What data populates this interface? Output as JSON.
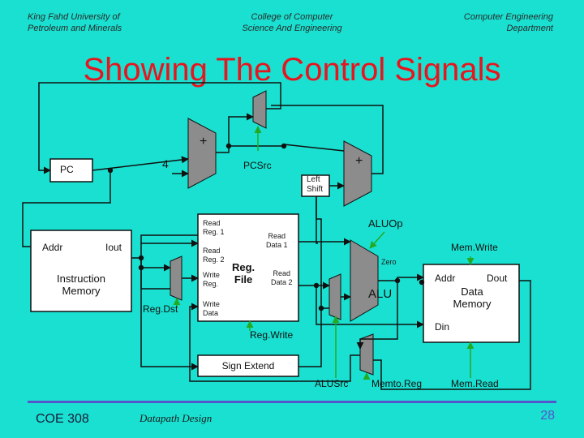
{
  "header": {
    "left_line1": "King Fahd University of",
    "left_line2": "Petroleum and Minerals",
    "center_line1": "College of Computer",
    "center_line2": "Science And Engineering",
    "right_line1": "Computer Engineering",
    "right_line2": "Department"
  },
  "title": "Showing The Control Signals",
  "diagram": {
    "adder_plus_top": "+",
    "adder_plus_right": "+",
    "constant_four": "4",
    "pc_label": "PC",
    "pcsrc_label": "PCSrc",
    "left_shift_line1": "Left",
    "left_shift_line2": "Shift",
    "instr_addr": "Addr",
    "instr_iout": "Iout",
    "instr_mem_line1": "Instruction",
    "instr_mem_line2": "Memory",
    "read_reg1_line1": "Read",
    "read_reg1_line2": "Reg. 1",
    "read_reg2_line1": "Read",
    "read_reg2_line2": "Reg. 2",
    "write_reg_line1": "Write",
    "write_reg_line2": "Reg.",
    "write_data_line1": "Write",
    "write_data_line2": "Data",
    "regfile_line1": "Reg.",
    "regfile_line2": "File",
    "read_data1_line1": "Read",
    "read_data1_line2": "Data 1",
    "read_data2_line1": "Read",
    "read_data2_line2": "Data 2",
    "regdst_label": "Reg.Dst",
    "regwrite_label": "Reg.Write",
    "sign_extend_label": "Sign Extend",
    "aluop_label": "ALUOp",
    "zero_label": "Zero",
    "alu_label": "ALU",
    "memwrite_label": "Mem.Write",
    "dm_addr": "Addr",
    "dm_dout": "Dout",
    "dm_line1": "Data",
    "dm_line2": "Memory",
    "dm_din": "Din",
    "alusrc_label": "ALUSrc",
    "memtoreg_label": "Memto.Reg",
    "memread_label": "Mem.Read"
  },
  "footer": {
    "course": "COE 308",
    "topic": "Datapath Design",
    "page": "28"
  },
  "colors": {
    "background": "#19e0d0",
    "title": "#e8141e",
    "control_signal": "#22aa22",
    "footer_rule": "#5555cc",
    "box_fill": "#ffffff",
    "unit_fill": "#8c8c8c"
  }
}
